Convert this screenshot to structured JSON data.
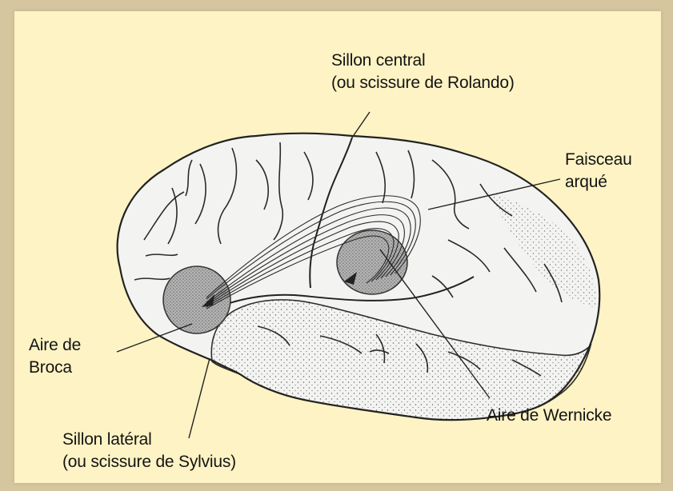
{
  "labels": {
    "sillon_central": [
      "Sillon central",
      "(ou scissure de Rolando)"
    ],
    "faisceau_arque": [
      "Faisceau",
      "arqué"
    ],
    "aire_broca": [
      "Aire de",
      "Broca"
    ],
    "sillon_lateral": [
      "Sillon latéral",
      "(ou scissure de Sylvius)"
    ],
    "aire_wernicke": [
      "Aire de Wernicke"
    ]
  },
  "colors": {
    "background": "#fdf3c4",
    "frame": "#d6c69f",
    "brain_fill": "#f3f3f1",
    "line": "#222222",
    "area_fill": "#a9a9a9"
  }
}
